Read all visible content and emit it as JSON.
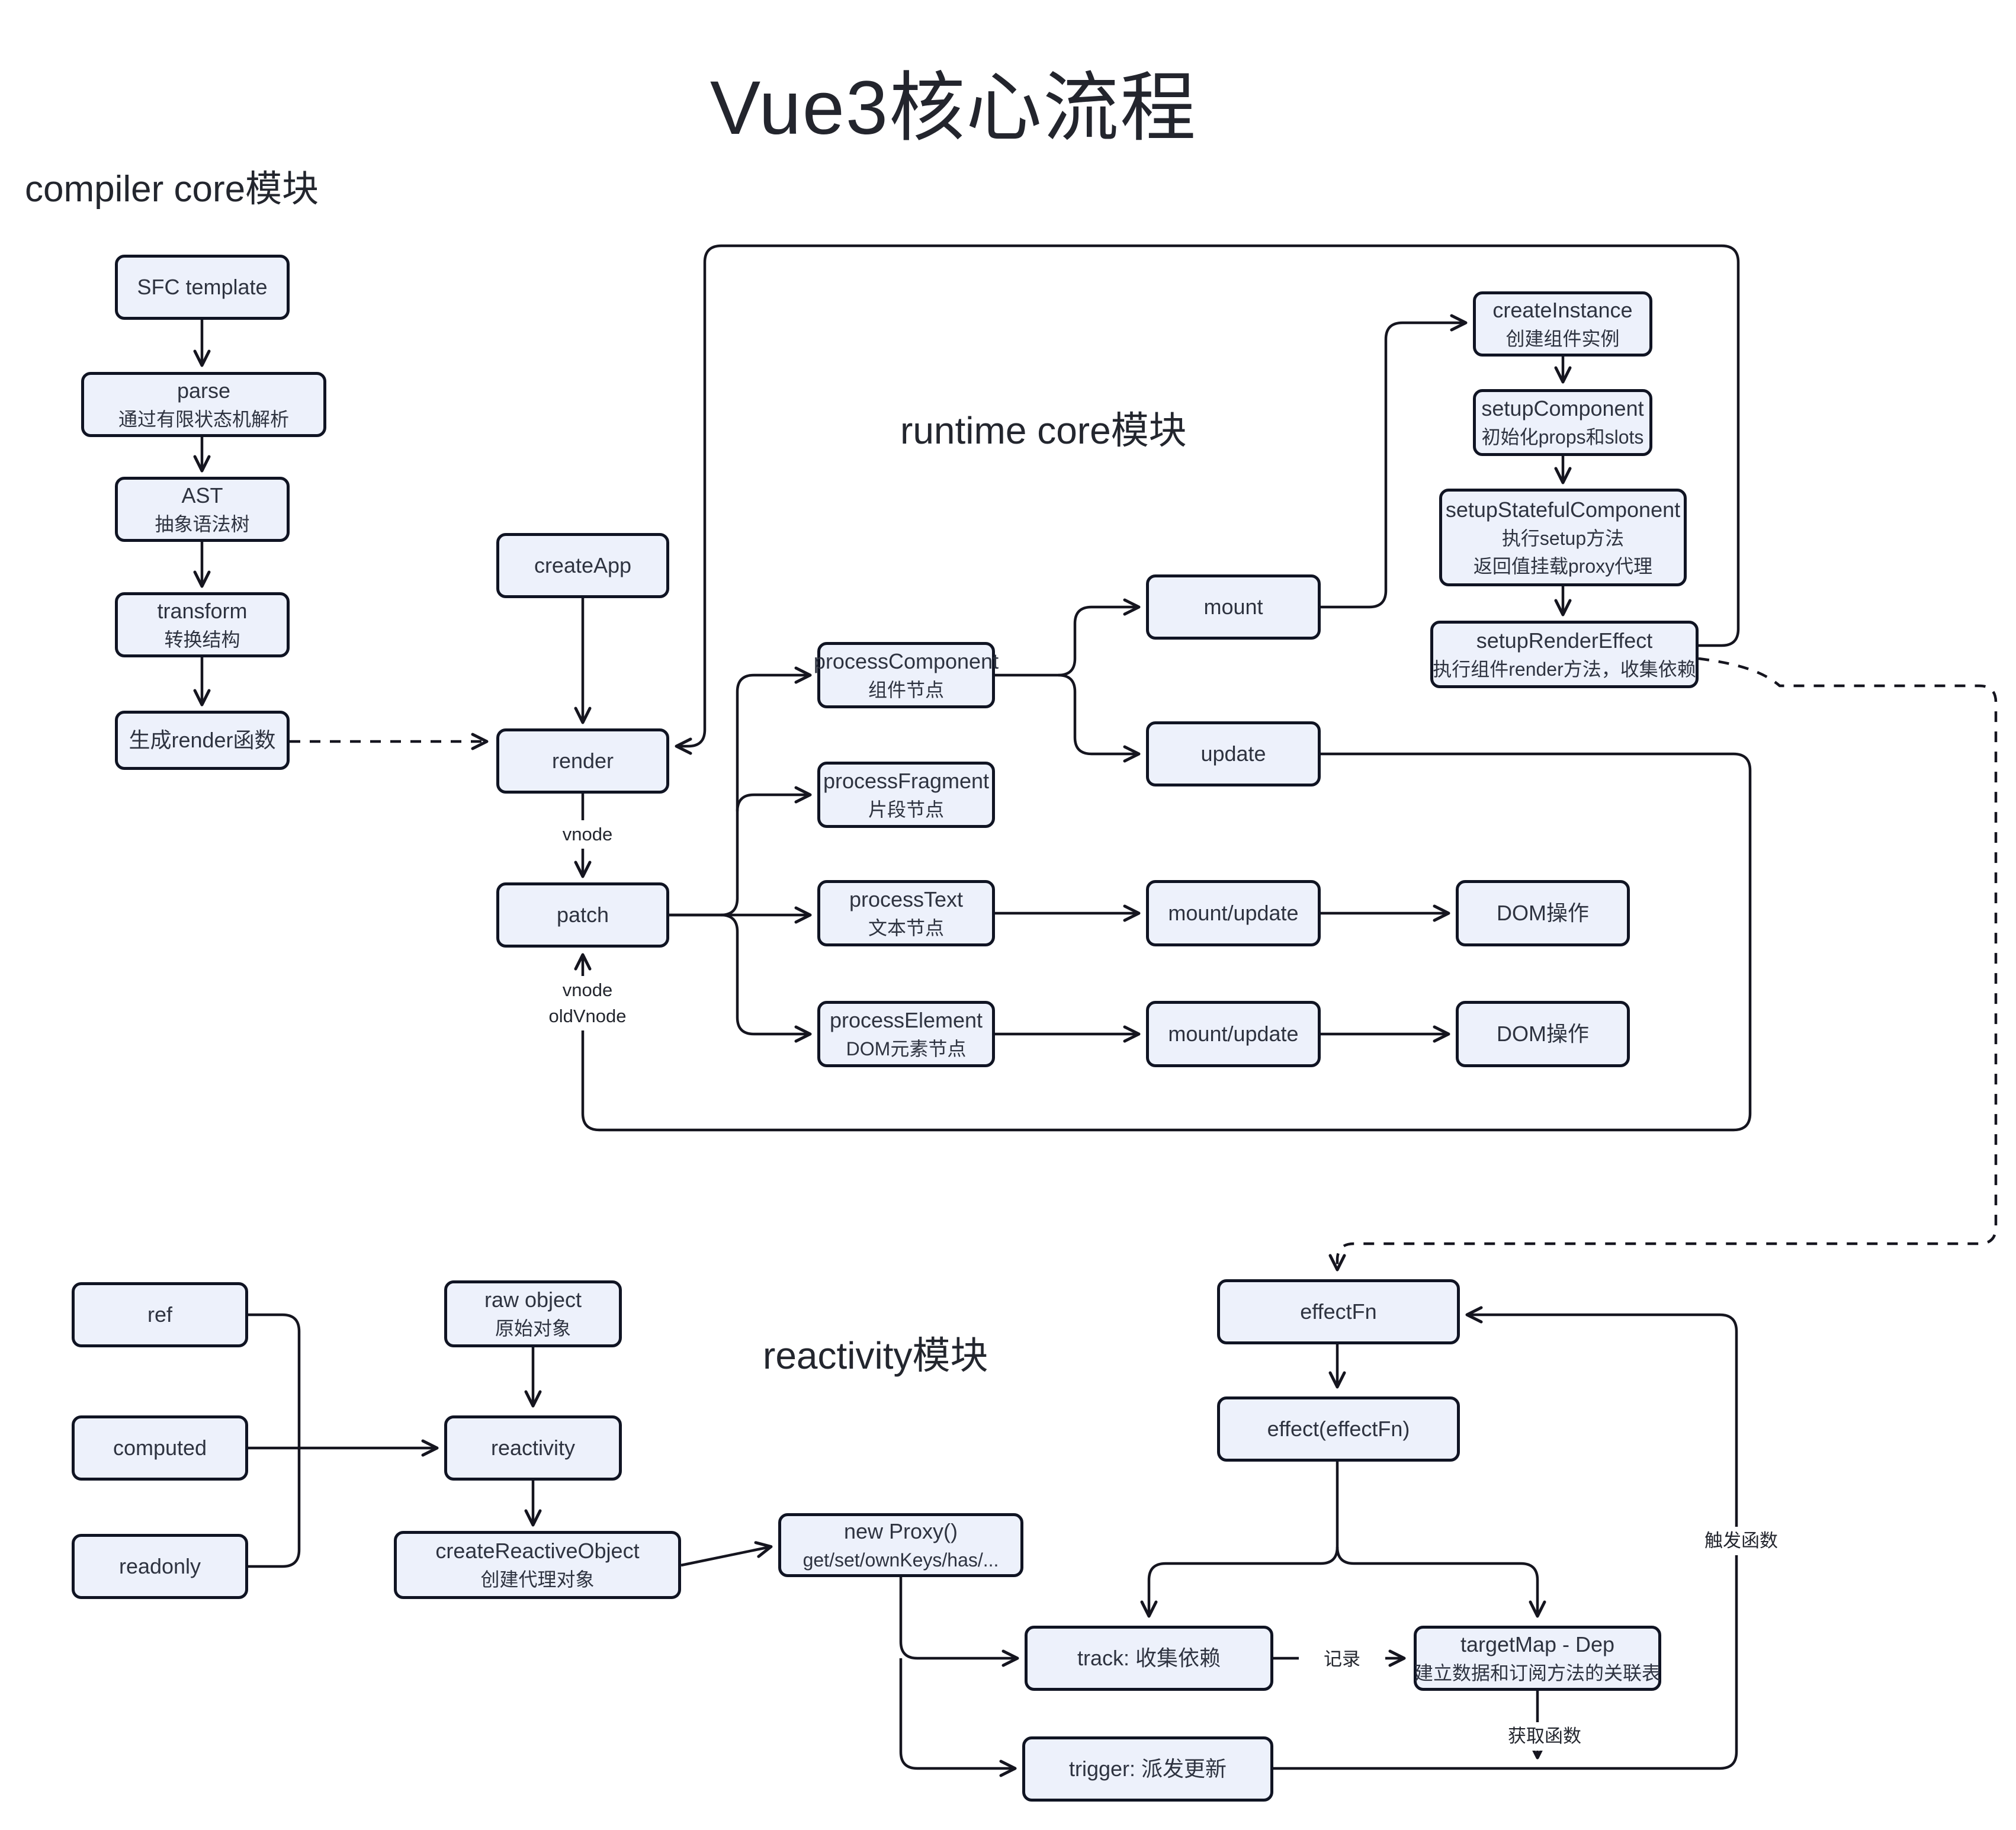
{
  "title": "Vue3核心流程",
  "sections": {
    "compiler": "compiler core模块",
    "runtime": "runtime core模块",
    "reactivity": "reactivity模块"
  },
  "nodes": {
    "sfc": {
      "lines": [
        "SFC template"
      ]
    },
    "parse": {
      "lines": [
        "parse",
        "通过有限状态机解析"
      ]
    },
    "ast": {
      "lines": [
        "AST",
        "抽象语法树"
      ]
    },
    "transform": {
      "lines": [
        "transform",
        "转换结构"
      ]
    },
    "gen_render": {
      "lines": [
        "生成render函数"
      ]
    },
    "create_app": {
      "lines": [
        "createApp"
      ]
    },
    "render": {
      "lines": [
        "render"
      ]
    },
    "patch": {
      "lines": [
        "patch"
      ]
    },
    "process_component": {
      "lines": [
        "processComponent",
        "组件节点"
      ]
    },
    "process_fragment": {
      "lines": [
        "processFragment",
        "片段节点"
      ]
    },
    "process_text": {
      "lines": [
        "processText",
        "文本节点"
      ]
    },
    "process_element": {
      "lines": [
        "processElement",
        "DOM元素节点"
      ]
    },
    "mount": {
      "lines": [
        "mount"
      ]
    },
    "update": {
      "lines": [
        "update"
      ]
    },
    "mount_update_text": {
      "lines": [
        "mount/update"
      ]
    },
    "dom_op_text": {
      "lines": [
        "DOM操作"
      ]
    },
    "mount_update_element": {
      "lines": [
        "mount/update"
      ]
    },
    "dom_op_element": {
      "lines": [
        "DOM操作"
      ]
    },
    "create_instance": {
      "lines": [
        "createInstance",
        "创建组件实例"
      ]
    },
    "setup_component": {
      "lines": [
        "setupComponent",
        "初始化props和slots"
      ]
    },
    "setup_stateful": {
      "lines": [
        "setupStatefulComponent",
        "执行setup方法",
        "返回值挂载proxy代理"
      ]
    },
    "setup_render_effect": {
      "lines": [
        "setupRenderEffect",
        "执行组件render方法，收集依赖"
      ]
    },
    "ref": {
      "lines": [
        "ref"
      ]
    },
    "computed": {
      "lines": [
        "computed"
      ]
    },
    "readonly": {
      "lines": [
        "readonly"
      ]
    },
    "raw_object": {
      "lines": [
        "raw object",
        "原始对象"
      ]
    },
    "reactivity": {
      "lines": [
        "reactivity"
      ]
    },
    "create_reactive_object": {
      "lines": [
        "createReactiveObject",
        "创建代理对象"
      ]
    },
    "new_proxy": {
      "lines": [
        "new Proxy()",
        "get/set/ownKeys/has/..."
      ]
    },
    "effect_fn": {
      "lines": [
        "effectFn"
      ]
    },
    "effect_call": {
      "lines": [
        "effect(effectFn)"
      ]
    },
    "track": {
      "lines": [
        "track: 收集依赖"
      ]
    },
    "target_map": {
      "lines": [
        "targetMap - Dep",
        "建立数据和订阅方法的关联表"
      ]
    },
    "trigger": {
      "lines": [
        "trigger: 派发更新"
      ]
    }
  },
  "edge_labels": {
    "vnode": "vnode",
    "vnode_new": "vnode",
    "vnode_old": "oldVnode",
    "record": "记录",
    "get_fn": "获取函数",
    "trigger_fn": "触发函数"
  },
  "colors": {
    "node_fill": "#edf1fb",
    "node_border": "#101423",
    "line": "#15151f",
    "text": "#2e3340"
  }
}
